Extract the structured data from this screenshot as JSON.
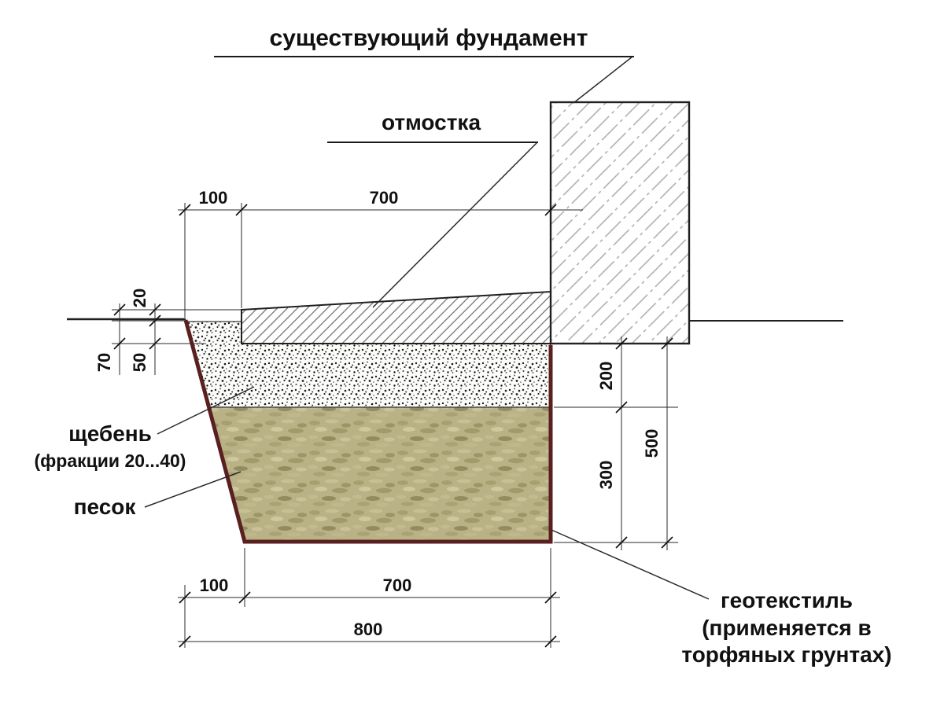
{
  "diagram": {
    "title": "существующий фундамент",
    "labels": {
      "blind_area": "отмостка",
      "crushed_stone": "щебень",
      "crushed_stone_fraction": "(фракции 20...40)",
      "sand": "песок",
      "geotextile": "геотекстиль",
      "geotextile_note_line1": "(применяется в",
      "geotextile_note_line2": "торфяных грунтах)"
    },
    "dimensions_mm": {
      "top_offset": "100",
      "top_width": "700",
      "blind_area_above_ground": "20",
      "blind_area_below_ground": "50",
      "blind_area_total_depth": "70",
      "crushed_stone_depth": "200",
      "sand_depth": "300",
      "pit_total_depth": "500",
      "bottom_offset": "100",
      "bottom_width": "700",
      "bottom_total_width": "800"
    },
    "colors": {
      "geotextile_line": "#5a1f1f",
      "sand_fill": "#b9b287",
      "foundation_hatch": "#a7abb0",
      "blind_area_hatch": "#6a6a6a",
      "line": "#2a2a2a",
      "text": "#111111"
    }
  }
}
